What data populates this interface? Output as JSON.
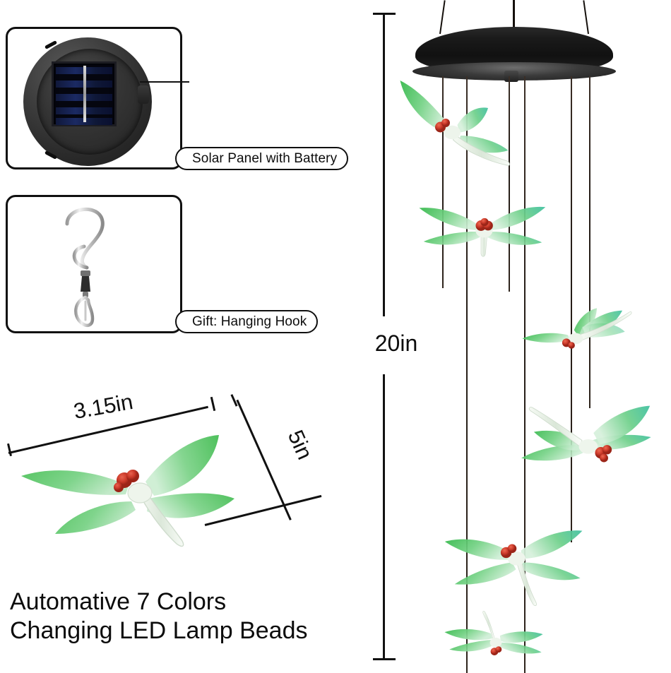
{
  "product": {
    "type": "solar dragonfly wind chime",
    "cap_color": "#1a1a1a",
    "wing_color": "#4cc05a",
    "wing_color_light": "#9fdca8",
    "head_color": "#c8352a",
    "body_color": "#e8efe6",
    "string_color": "#2e241c",
    "dragonfly_count": 6
  },
  "callouts": [
    {
      "id": "solar",
      "label": "Solar Panel with Battery",
      "icon": "solar-panel-icon"
    },
    {
      "id": "hook",
      "label": "Gift: Hanging Hook",
      "icon": "hanging-hook-icon"
    }
  ],
  "dimensions": {
    "chime_height": "20in",
    "dragonfly_width": "3.15in",
    "dragonfly_depth": "5in"
  },
  "caption": {
    "line1": "Automative 7 Colors",
    "line2": "Changing LED Lamp Beads"
  },
  "colors": {
    "outline": "#101010",
    "text": "#0d0d0d",
    "background": "#ffffff"
  }
}
